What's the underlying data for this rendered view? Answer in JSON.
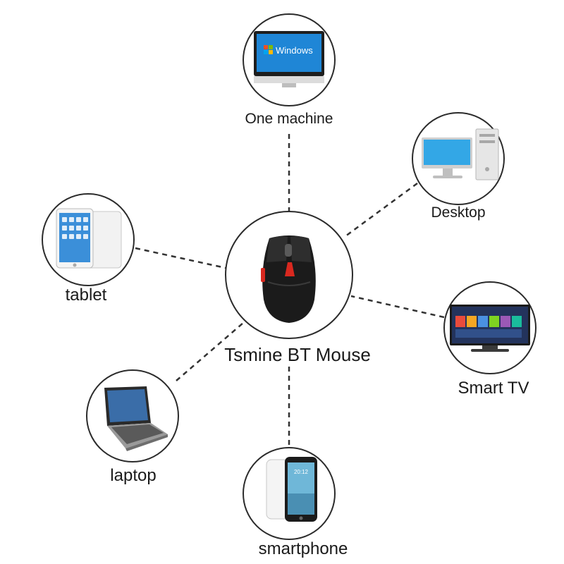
{
  "center": {
    "label": "Tsmine BT Mouse",
    "icon": "wireless-mouse-icon",
    "accent": "#d9281f"
  },
  "devices": [
    {
      "id": "one-machine",
      "label": "One machine",
      "icon": "all-in-one-computer-icon",
      "screen_text": "Windows"
    },
    {
      "id": "desktop",
      "label": "Desktop",
      "icon": "desktop-computer-icon"
    },
    {
      "id": "tablet",
      "label": "tablet",
      "icon": "tablet-icon"
    },
    {
      "id": "smart-tv",
      "label": "Smart TV",
      "icon": "smart-tv-icon"
    },
    {
      "id": "laptop",
      "label": "laptop",
      "icon": "laptop-icon"
    },
    {
      "id": "smartphone",
      "label": "smartphone",
      "icon": "smartphone-icon",
      "screen_text": "20:12"
    }
  ],
  "connector_style": "dashed",
  "colors": {
    "line": "#333333",
    "ring": "#2b2b2b",
    "screen_blue": "#1f86d6"
  }
}
